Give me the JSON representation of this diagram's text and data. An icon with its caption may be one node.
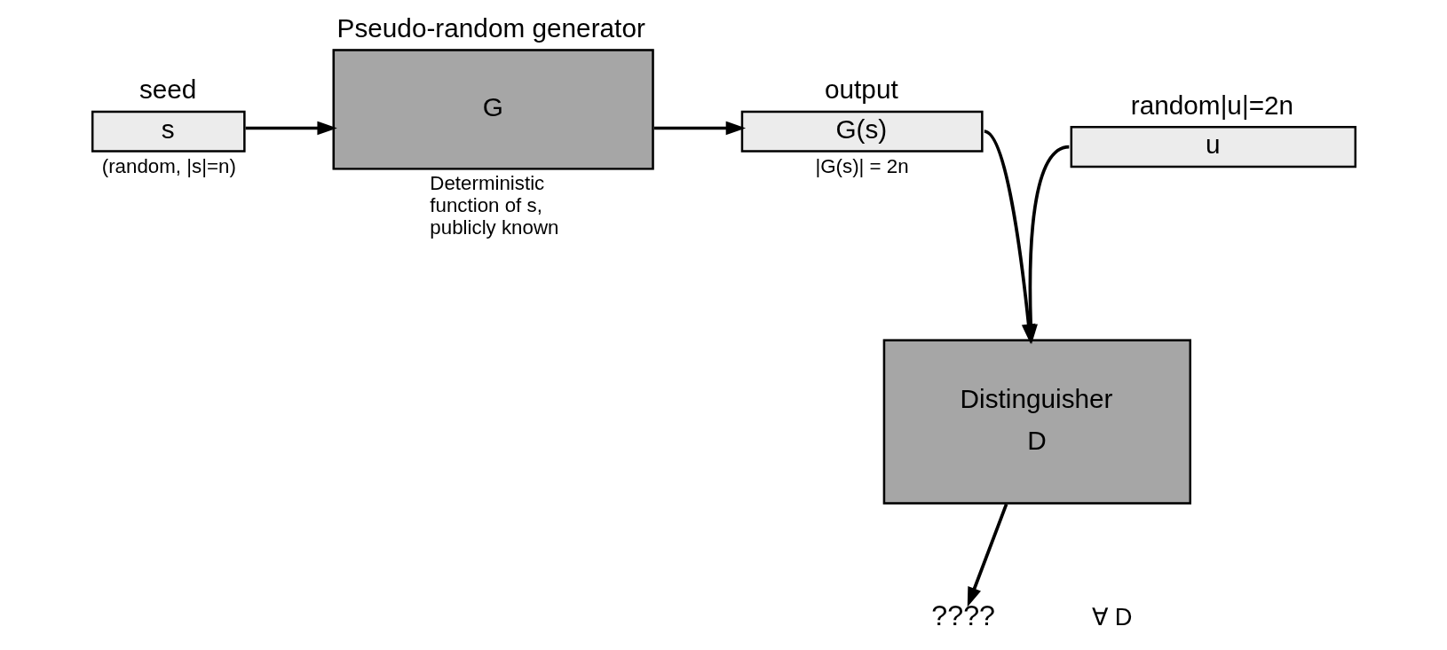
{
  "diagram": {
    "nodes": [
      {
        "text": [
          "seed",
          "s"
        ],
        "beside": [
          "(random, |s|=n)"
        ]
      },
      {
        "text": [
          "Pseudo-random generator",
          "G"
        ],
        "beside": [
          "Deterministic function of s, publicly known"
        ]
      },
      {
        "text": [
          "output",
          "G(s)"
        ],
        "beside": [
          "|G(s)| = 2n"
        ]
      },
      {
        "text": [
          "random|u|=2n",
          "u"
        ]
      },
      {
        "text": [
          "Distinguisher",
          "D"
        ]
      },
      {
        "text": [
          "????"
        ]
      }
    ],
    "edges": [
      {
        "from": 0,
        "to": 1,
        "arrow": "to"
      },
      {
        "from": 1,
        "to": 2,
        "arrow": "to"
      },
      {
        "from": 2,
        "to": 4,
        "arrow": "to"
      },
      {
        "from": 3,
        "to": 4,
        "arrow": "to"
      },
      {
        "from": 4,
        "to": 5,
        "arrow": "to"
      }
    ],
    "labels": [
      "∀ D"
    ]
  }
}
